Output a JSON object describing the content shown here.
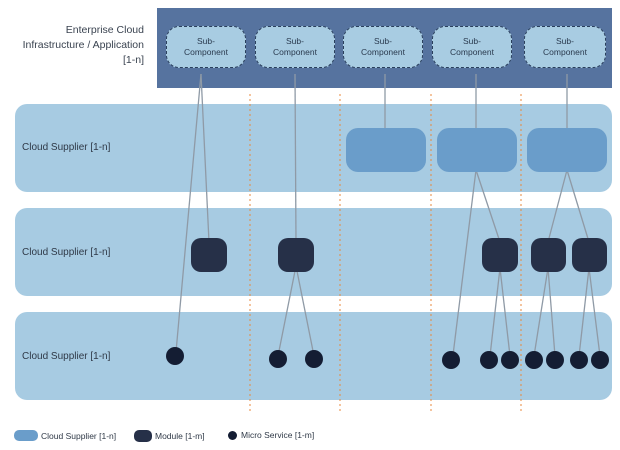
{
  "header": {
    "title_lines": [
      "Enterprise Cloud",
      "Infrastructure / Application",
      "[1-n]"
    ],
    "sub_components": [
      {
        "line1": "Sub-",
        "line2": "Component"
      },
      {
        "line1": "Sub-",
        "line2": "Component"
      },
      {
        "line1": "Sub-",
        "line2": "Component"
      },
      {
        "line1": "Sub-",
        "line2": "Component"
      },
      {
        "line1": "Sub-",
        "line2": "Component"
      }
    ]
  },
  "bands": [
    {
      "label": "Cloud Supplier [1-n]"
    },
    {
      "label": "Cloud Supplier [1-n]"
    },
    {
      "label": "Cloud Supplier [1-n]"
    }
  ],
  "legend": {
    "supplier": "Cloud Supplier [1-n]",
    "module": "Module [1-m]",
    "micro": "Micro Service [1-m]"
  },
  "colors": {
    "header_bg": "#56739f",
    "sub_component": "#a8cce2",
    "band": "#a7cbe2",
    "supplier_block": "#6a9dca",
    "module": "#263048",
    "micro_service": "#141d33",
    "connector": "#8f9aa6",
    "separator": "#e88a3c"
  }
}
